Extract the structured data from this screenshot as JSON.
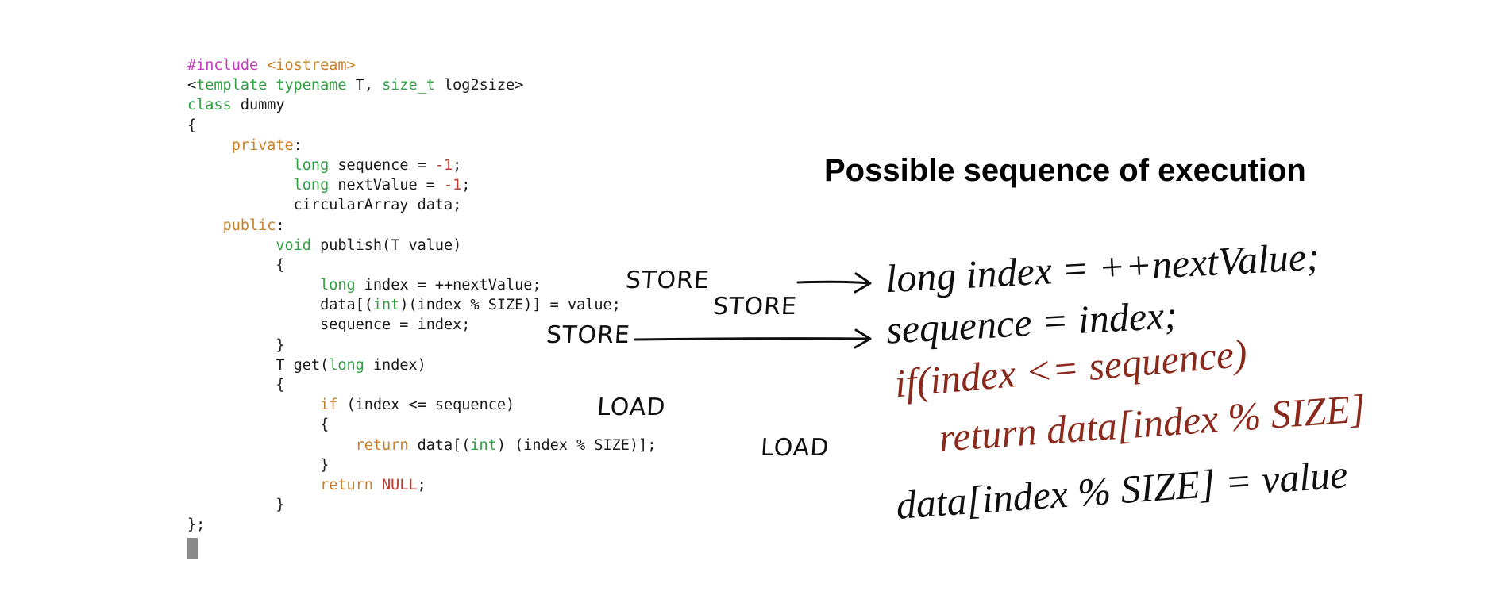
{
  "code_lines": [
    [
      [
        "#include",
        "kw-magenta"
      ],
      [
        " ",
        ""
      ],
      [
        "<iostream>",
        "kw-orange"
      ]
    ],
    [
      [
        "<",
        ""
      ],
      [
        "template typename",
        "kw-green"
      ],
      [
        " T, ",
        ""
      ],
      [
        "size_t",
        "kw-green"
      ],
      [
        " log2size>",
        ""
      ]
    ],
    [
      [
        "class",
        "kw-green"
      ],
      [
        " dummy",
        ""
      ]
    ],
    [
      [
        "{",
        ""
      ]
    ],
    [
      [
        "     ",
        ""
      ],
      [
        "private",
        "kw-orange"
      ],
      [
        ":",
        ""
      ]
    ],
    [
      [
        "            ",
        ""
      ],
      [
        "long",
        "kw-green"
      ],
      [
        " sequence = ",
        ""
      ],
      [
        "-1",
        "num-red"
      ],
      [
        ";",
        ""
      ]
    ],
    [
      [
        "            ",
        ""
      ],
      [
        "long",
        "kw-green"
      ],
      [
        " nextValue = ",
        ""
      ],
      [
        "-1",
        "num-red"
      ],
      [
        ";",
        ""
      ]
    ],
    [
      [
        "            circularArray data;",
        ""
      ]
    ],
    [
      [
        "    ",
        ""
      ],
      [
        "public",
        "kw-orange"
      ],
      [
        ":",
        ""
      ]
    ],
    [
      [
        "          ",
        ""
      ],
      [
        "void",
        "kw-green"
      ],
      [
        " publish(T value)",
        ""
      ]
    ],
    [
      [
        "          {",
        ""
      ]
    ],
    [
      [
        "               ",
        ""
      ],
      [
        "long",
        "kw-green"
      ],
      [
        " index = ++nextValue;",
        ""
      ]
    ],
    [
      [
        "               data[(",
        ""
      ],
      [
        "int",
        "kw-green"
      ],
      [
        ")(index % SIZE)] = value;",
        ""
      ]
    ],
    [
      [
        "               sequence = index;",
        ""
      ]
    ],
    [
      [
        "          }",
        ""
      ]
    ],
    [
      [
        "          T get(",
        ""
      ],
      [
        "long",
        "kw-green"
      ],
      [
        " index)",
        ""
      ]
    ],
    [
      [
        "          {",
        ""
      ]
    ],
    [
      [
        "               ",
        ""
      ],
      [
        "if",
        "kw-orange"
      ],
      [
        " (index <= sequence)",
        ""
      ]
    ],
    [
      [
        "               {",
        ""
      ]
    ],
    [
      [
        "                   ",
        ""
      ],
      [
        "return",
        "kw-orange"
      ],
      [
        " data[(",
        ""
      ],
      [
        "int",
        "kw-green"
      ],
      [
        ") (index % SIZE)];",
        ""
      ]
    ],
    [
      [
        "               }",
        ""
      ]
    ],
    [
      [
        "               ",
        ""
      ],
      [
        "return",
        "kw-orange"
      ],
      [
        " ",
        ""
      ],
      [
        "NULL",
        "num-red"
      ],
      [
        ";",
        ""
      ]
    ],
    [
      [
        "          }",
        ""
      ]
    ],
    [
      [
        "};",
        ""
      ]
    ]
  ],
  "annotations": {
    "store1": "STORE",
    "store2": "STORE",
    "store3": "STORE",
    "load1": "LOAD",
    "load2": "LOAD"
  },
  "title": "Possible sequence of execution",
  "handwritten": {
    "line1": "long index = ++nextValue;",
    "line2": "sequence = index;",
    "line3": "if(index <= sequence)",
    "line4": "return data[index % SIZE]",
    "line5": "data[index % SIZE] = value"
  },
  "colors": {
    "ink": "#0f0f0f",
    "red_ink": "#8a2a1c"
  }
}
